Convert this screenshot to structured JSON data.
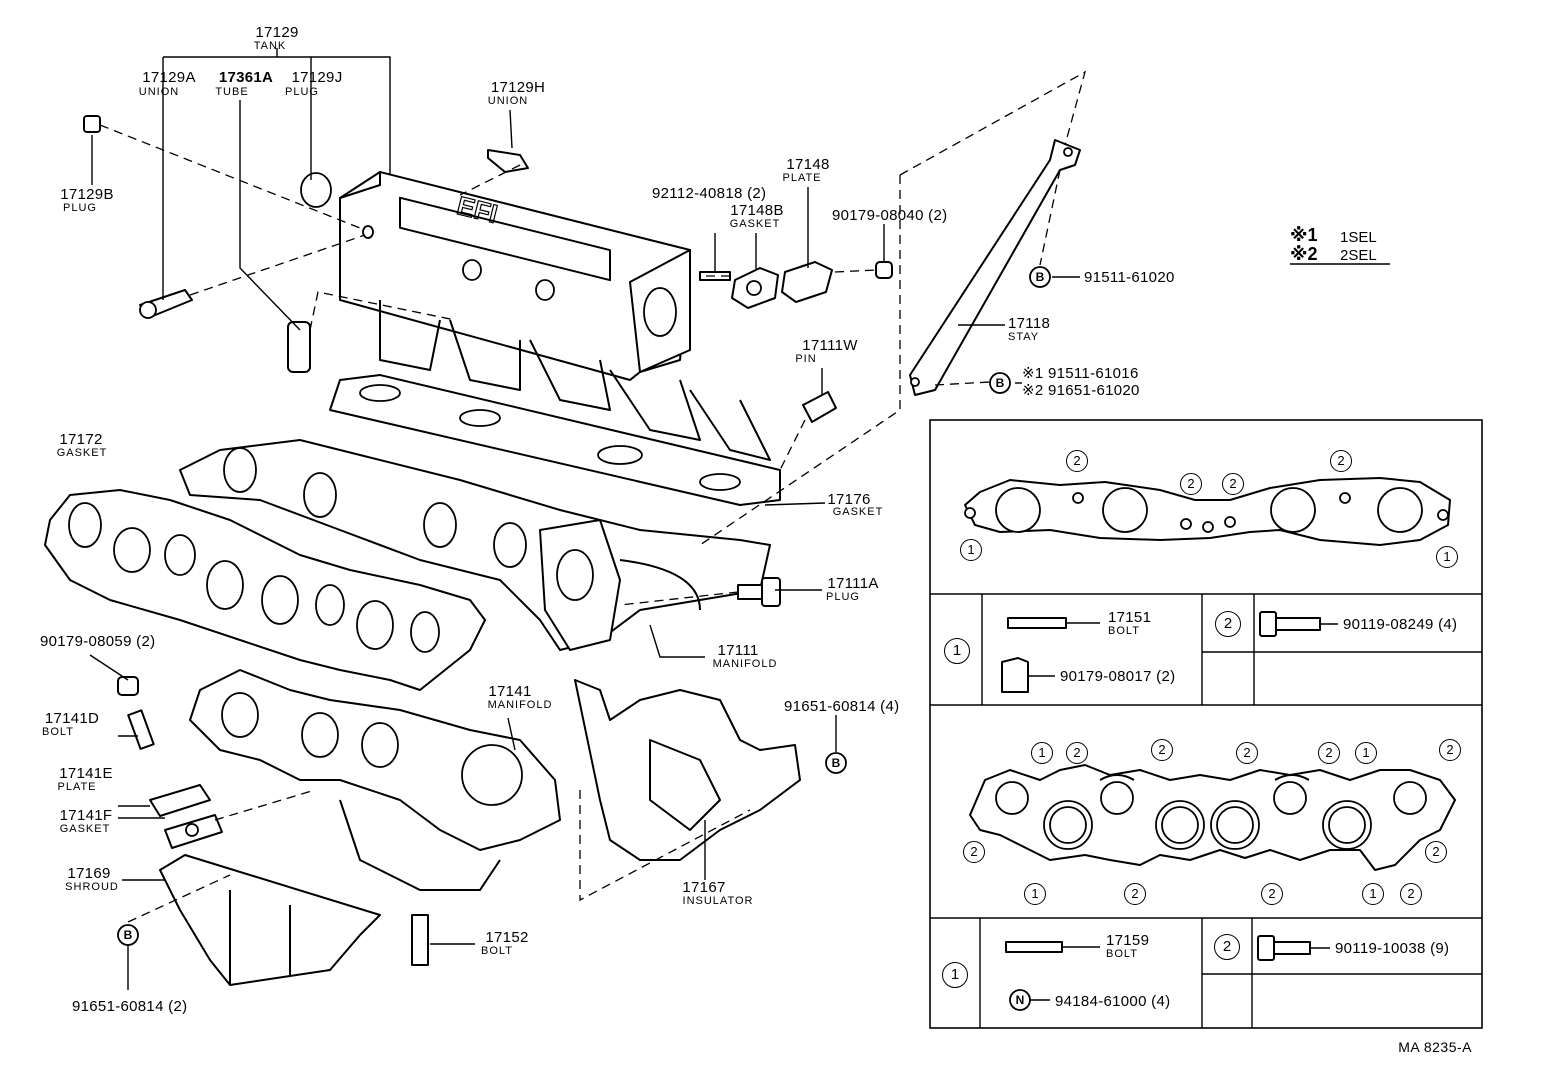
{
  "parts": {
    "p17129": {
      "num": "17129",
      "desc": "TANK"
    },
    "p17129A": {
      "num": "17129A",
      "desc": "UNION"
    },
    "p17361A": {
      "num": "17361A",
      "desc": "TUBE"
    },
    "p17129J": {
      "num": "17129J",
      "desc": "PLUG"
    },
    "p17129H": {
      "num": "17129H",
      "desc": "UNION"
    },
    "p17129B": {
      "num": "17129B",
      "desc": "PLUG"
    },
    "p17148": {
      "num": "17148",
      "desc": "PLATE"
    },
    "p92112": {
      "num": "92112-40818 (2)"
    },
    "p17148B": {
      "num": "17148B",
      "desc": "GASKET"
    },
    "p90179_08040": {
      "num": "90179-08040 (2)"
    },
    "p91511_61020": {
      "num": "91511-61020",
      "mark": "B"
    },
    "p17118": {
      "num": "17118",
      "desc": "STAY"
    },
    "p17111W": {
      "num": "17111W",
      "desc": "PIN"
    },
    "p91511_61016": {
      "num": "※1 91511-61016"
    },
    "p91651_61020": {
      "num": "※2 91651-61020"
    },
    "pB_stay": {
      "mark": "B"
    },
    "p17172": {
      "num": "17172",
      "desc": "GASKET"
    },
    "p17176": {
      "num": "17176",
      "desc": "GASKET"
    },
    "p17111A": {
      "num": "17111A",
      "desc": "PLUG"
    },
    "p17111": {
      "num": "17111",
      "desc": "MANIFOLD"
    },
    "p90179_08059": {
      "num": "90179-08059 (2)"
    },
    "p17141": {
      "num": "17141",
      "desc": "MANIFOLD"
    },
    "p91651_60814_4": {
      "num": "91651-60814 (4)",
      "mark": "B"
    },
    "p17141D": {
      "num": "17141D",
      "desc": "BOLT"
    },
    "p17141E": {
      "num": "17141E",
      "desc": "PLATE"
    },
    "p17141F": {
      "num": "17141F",
      "desc": "GASKET"
    },
    "p17169": {
      "num": "17169",
      "desc": "SHROUD"
    },
    "p17167": {
      "num": "17167",
      "desc": "INSULATOR"
    },
    "p17152": {
      "num": "17152",
      "desc": "BOLT"
    },
    "p91651_60814_2": {
      "num": "91651-60814 (2)",
      "mark": "B"
    }
  },
  "legend": {
    "items": [
      {
        "mark": "※1",
        "text": "1SEL"
      },
      {
        "mark": "※2",
        "text": "2SEL"
      }
    ]
  },
  "table1": {
    "row1": {
      "marker": "1",
      "bolt": "17151",
      "bolt_desc": "BOLT",
      "nut": "90179-08017 (2)"
    },
    "row2": {
      "marker": "2",
      "bolt": "90119-08249 (4)"
    }
  },
  "table2": {
    "row1": {
      "marker": "1",
      "bolt": "17159",
      "bolt_desc": "BOLT",
      "nut": "94184-61000 (4)",
      "nut_mark": "N"
    },
    "row2": {
      "marker": "2",
      "bolt": "90119-10038 (9)"
    }
  },
  "gasket_top_markers": [
    "2",
    "2",
    "2",
    "2",
    "1",
    "1"
  ],
  "gasket_bottom_markers": [
    "1",
    "2",
    "2",
    "2",
    "2",
    "1",
    "2",
    "2",
    "2",
    "1",
    "2",
    "2",
    "1",
    "2"
  ],
  "drawing_code": "MA 8235-A"
}
